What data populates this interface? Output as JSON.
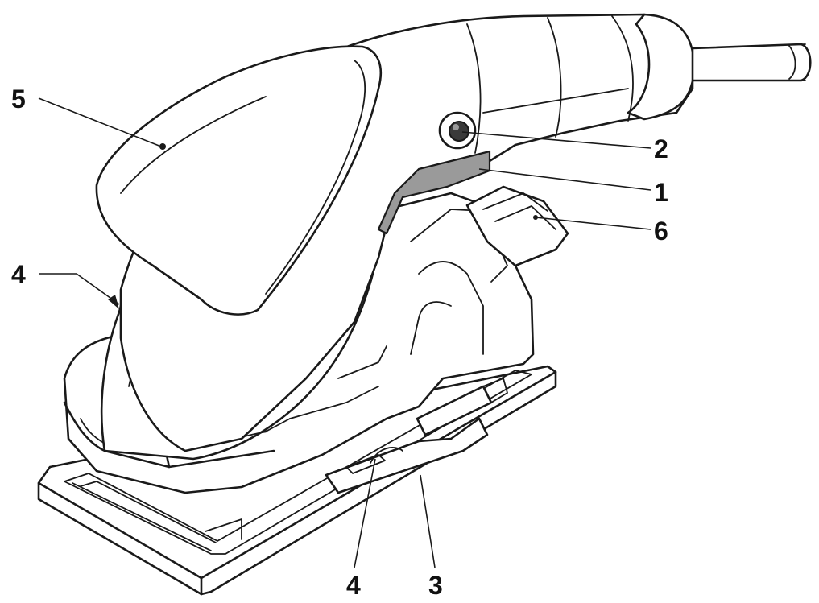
{
  "callouts": [
    {
      "id": "callout-5",
      "label": "5"
    },
    {
      "id": "callout-2",
      "label": "2"
    },
    {
      "id": "callout-1",
      "label": "1"
    },
    {
      "id": "callout-6",
      "label": "6"
    },
    {
      "id": "callout-4-left",
      "label": "4"
    },
    {
      "id": "callout-4-bottom",
      "label": "4"
    },
    {
      "id": "callout-3",
      "label": "3"
    }
  ],
  "colors": {
    "line": "#1a1a1a",
    "switch": "#9a9a9a",
    "knob": "#3a3a3a"
  }
}
